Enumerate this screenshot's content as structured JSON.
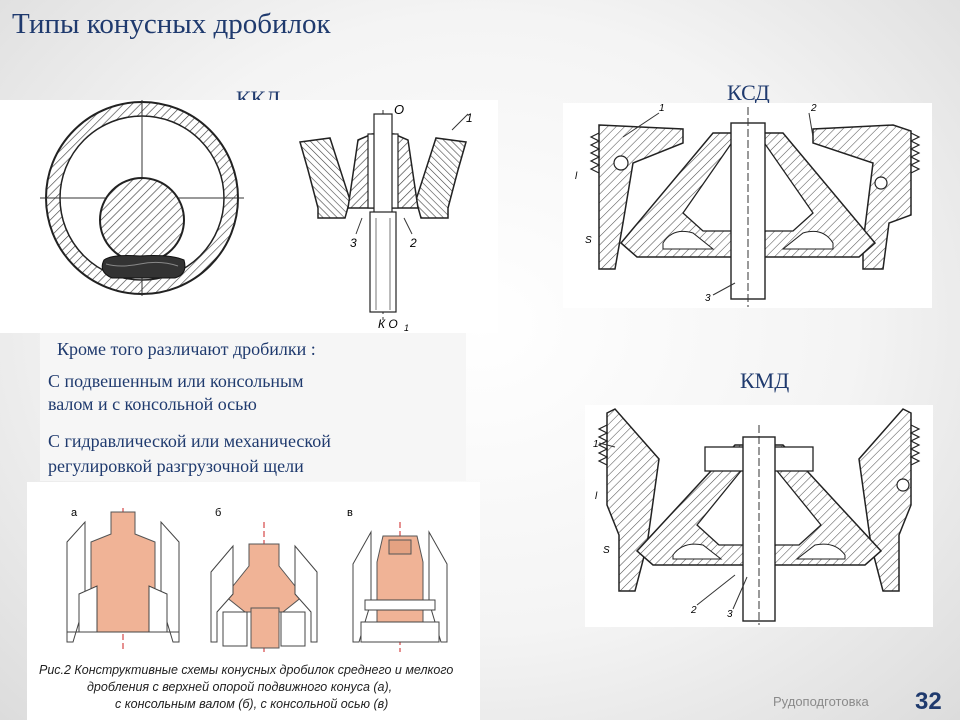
{
  "slide": {
    "title": "Типы конусных дробилок",
    "footer": "Рудоподготовка",
    "page_number": "32"
  },
  "labels": {
    "kkd": "ККД",
    "ksd": "КСД",
    "kmd": "КМД"
  },
  "text_block": {
    "intro": "Кроме того различают дробилки :",
    "item1_line1": "С подвешенным или консольным",
    "item1_line2": "валом и с консольной осью",
    "item2_line1": "С гидравлической или механической",
    "item2_line2": "регулировкой разгрузочной щели"
  },
  "kkd_drawing": {
    "mark_top": "О",
    "mark_1": "1",
    "mark_2": "2",
    "mark_3": "3",
    "mark_bottom": "К О",
    "mark_bottom_sub": "1"
  },
  "ksd_drawing": {
    "mark_1": "1",
    "mark_2": "2",
    "mark_3": "3",
    "mark_s": "S",
    "mark_l": "l"
  },
  "kmd_drawing": {
    "mark_1": "1",
    "mark_2": "2",
    "mark_3": "3",
    "mark_s": "S",
    "mark_l": "l"
  },
  "schemes": {
    "label_a": "а",
    "label_b": "б",
    "label_v": "в",
    "caption_line1": "Рис.2 Конструктивные схемы конусных дробилок среднего и мелкого",
    "caption_line2": "дробления с верхней опорой подвижного конуса (а),",
    "caption_line3": "с консольным валом (б), с консольной осью (в)"
  },
  "colors": {
    "title": "#1f3a6e",
    "cone_fill": "#f0b396",
    "hatch": "#555555"
  }
}
